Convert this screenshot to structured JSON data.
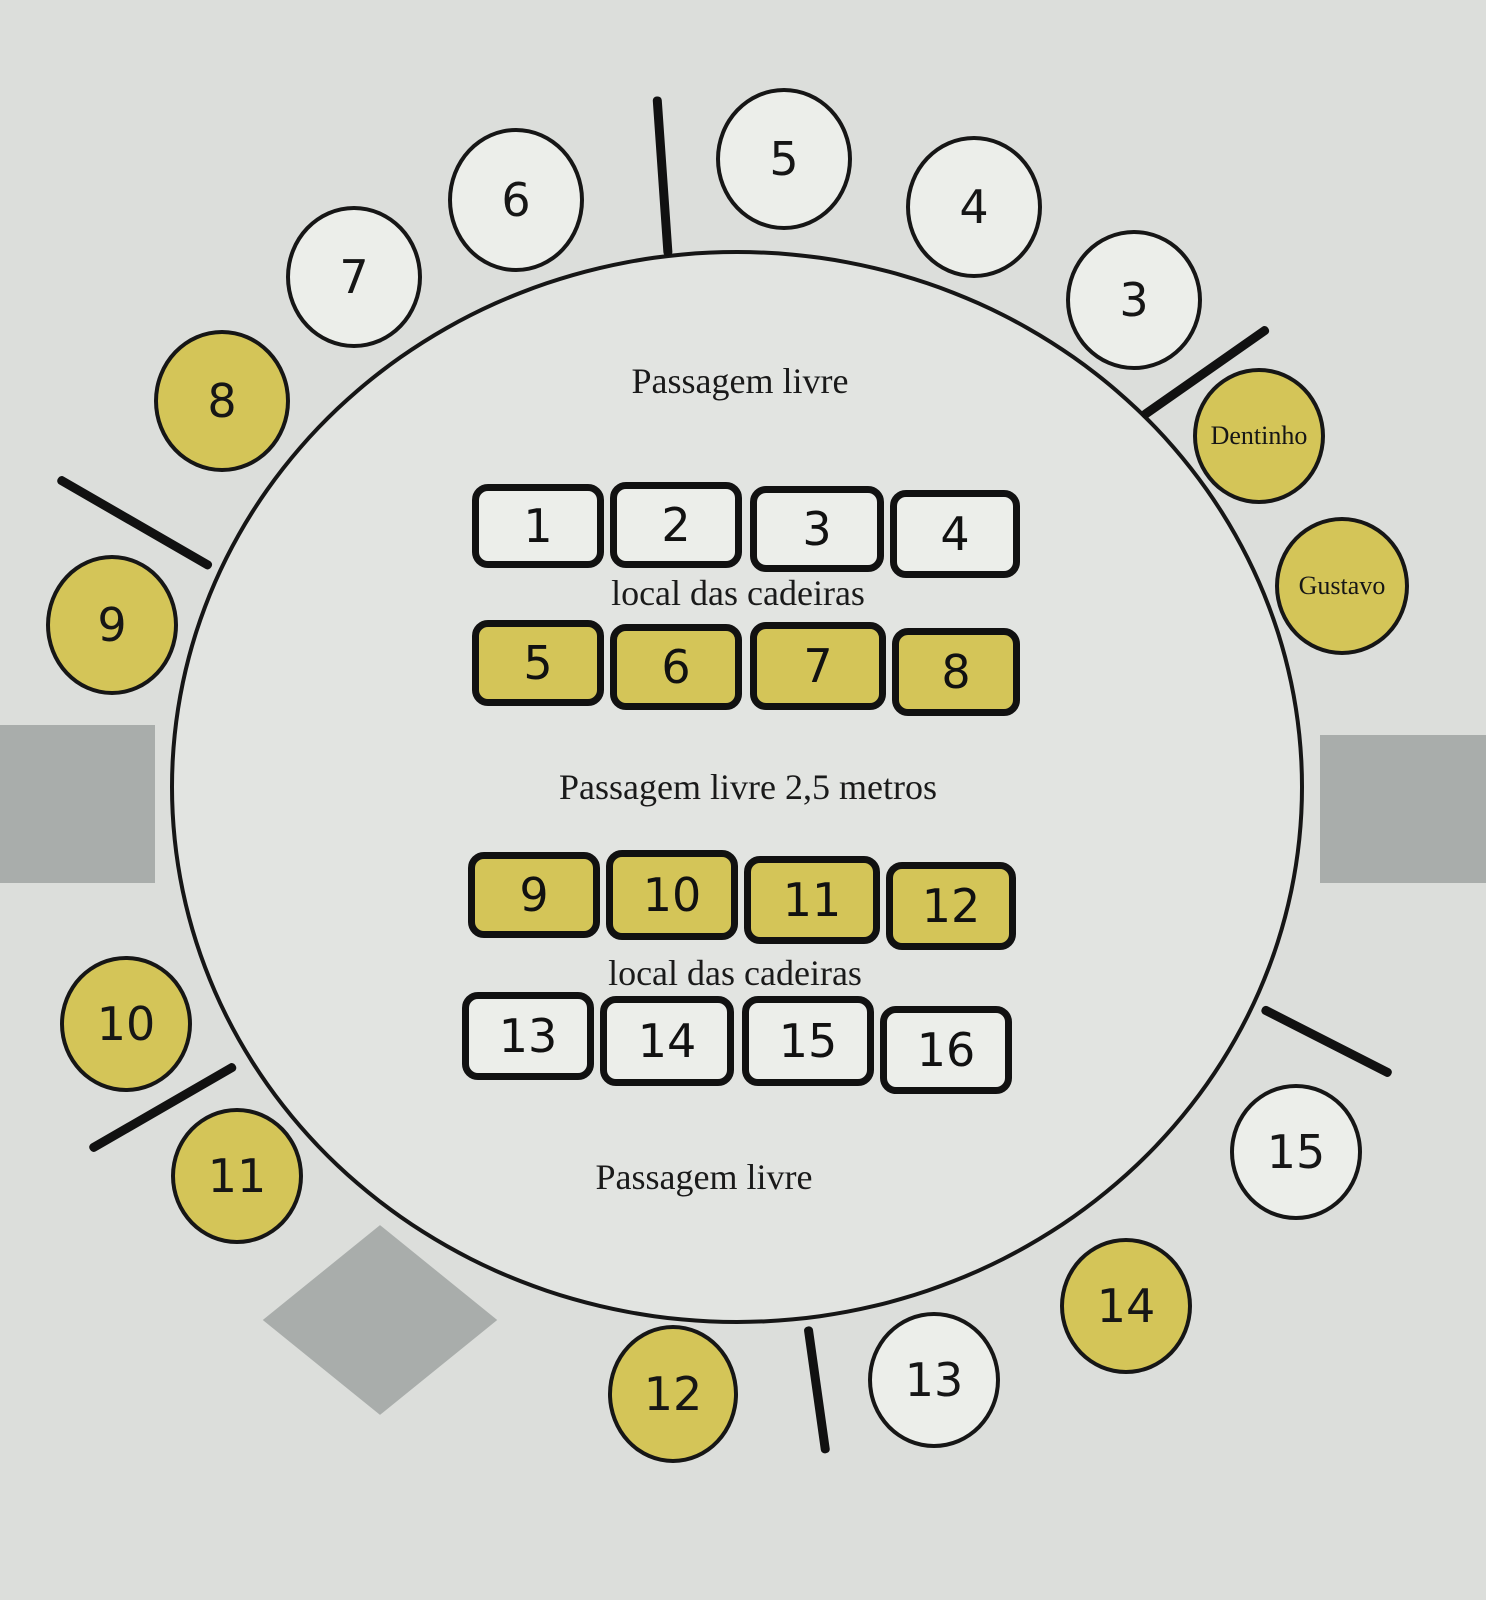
{
  "colors": {
    "yellow": "#d4c558",
    "white": "#eceeea",
    "outline": "#161616",
    "background": "#dcdedb",
    "blocks": "#a9adab"
  },
  "labels": {
    "top": "Passagem livre",
    "chairs_1": "local das cadeiras",
    "middle": "Passagem livre 2,5 metros",
    "chairs_2": "local das cadeiras",
    "bottom": "Passagem livre"
  },
  "outer_seats": [
    {
      "label": "5",
      "filled": false
    },
    {
      "label": "4",
      "filled": false
    },
    {
      "label": "3",
      "filled": false
    },
    {
      "label": "Dentinho",
      "filled": true
    },
    {
      "label": "Gustavo",
      "filled": true
    },
    {
      "label": "15",
      "filled": false
    },
    {
      "label": "14",
      "filled": true
    },
    {
      "label": "13",
      "filled": false
    },
    {
      "label": "12",
      "filled": true
    },
    {
      "label": "11",
      "filled": true
    },
    {
      "label": "10",
      "filled": true
    },
    {
      "label": "9",
      "filled": true
    },
    {
      "label": "8",
      "filled": true
    },
    {
      "label": "7",
      "filled": false
    },
    {
      "label": "6",
      "filled": false
    }
  ],
  "inner_rows": [
    [
      {
        "label": "1",
        "filled": false
      },
      {
        "label": "2",
        "filled": false
      },
      {
        "label": "3",
        "filled": false
      },
      {
        "label": "4",
        "filled": false
      }
    ],
    [
      {
        "label": "5",
        "filled": true
      },
      {
        "label": "6",
        "filled": true
      },
      {
        "label": "7",
        "filled": true
      },
      {
        "label": "8",
        "filled": true
      }
    ],
    [
      {
        "label": "9",
        "filled": true
      },
      {
        "label": "10",
        "filled": true
      },
      {
        "label": "11",
        "filled": true
      },
      {
        "label": "12",
        "filled": true
      }
    ],
    [
      {
        "label": "13",
        "filled": false
      },
      {
        "label": "14",
        "filled": false
      },
      {
        "label": "15",
        "filled": false
      },
      {
        "label": "16",
        "filled": false
      }
    ]
  ]
}
